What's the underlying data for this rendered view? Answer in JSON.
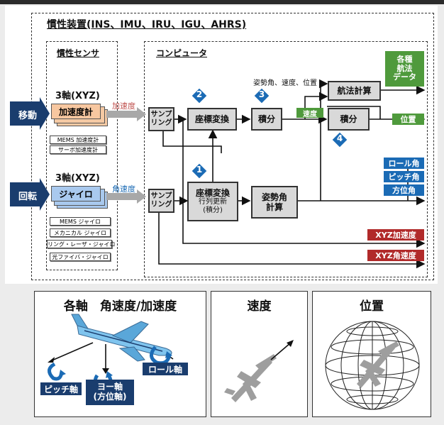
{
  "top_title": "慣性装置(INS、IMU、IRU、IGU、AHRS)",
  "sensor_title": "慣性センサ",
  "computer_title": "コンピュータ",
  "accel": {
    "axis": "3軸(XYZ)",
    "name": "加速度計",
    "chips": [
      "MEMS 加速度計",
      "サーボ加速度計"
    ],
    "motion_label": "移動",
    "signal_label": "加速度"
  },
  "gyro": {
    "axis": "3軸(XYZ)",
    "name": "ジャイロ",
    "chips": [
      "MEMS ジャイロ",
      "メカニカル ジャイロ",
      "リング・レーザ・ジャイロ",
      "光ファイバ・ジャイロ"
    ],
    "motion_label": "回転",
    "signal_label": "角速度"
  },
  "sampling_1": "サンプ\nリング",
  "sampling_2": "サンプ\nリング",
  "coord_convert": "座標変換",
  "coord_convert_2_title": "座標変換",
  "coord_convert_2_sub": "行列更新\n(積分)",
  "integrate_1": "積分",
  "integrate_2": "積分",
  "attitude_calc": "姿勢角\n計算",
  "nav_calc": "航法計算",
  "nav_top_label": "姿勢角、速度、位置",
  "velocity_tag": "速度",
  "steps": [
    "1",
    "2",
    "3",
    "4"
  ],
  "outputs_green": [
    "各種\n航法\nデータ",
    "位置"
  ],
  "outputs_blue": [
    "ロール角",
    "ピッチ角",
    "方位角"
  ],
  "outputs_red": [
    "XYZ加速度",
    "XYZ角速度"
  ],
  "bottom": {
    "panel1_title": "各軸　角速度/加速度",
    "pitch": "ピッチ軸",
    "yaw": "ヨー軸\n(方位軸)",
    "roll": "ロール軸",
    "panel2_title": "速度",
    "panel3_title": "位置"
  },
  "colors": {
    "navy": "#1a3d6e",
    "green": "#4f9a3c",
    "blue": "#1b6bb5",
    "red": "#b12a2a",
    "box_gray": "#d9d9d9"
  }
}
